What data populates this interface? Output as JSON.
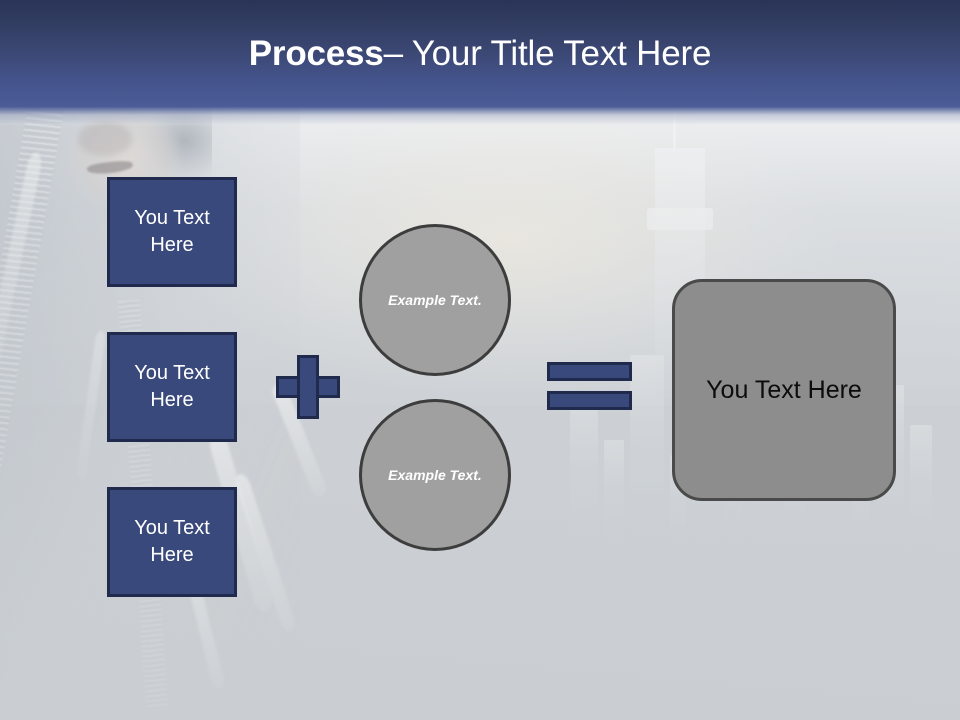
{
  "slide": {
    "title": {
      "strong": "Process",
      "rest": " – Your Title Text Here"
    },
    "colors": {
      "accent_blue": "#39497b",
      "accent_blue_border": "#1f2a4d",
      "title_band_top": "#2a3456",
      "title_band_bottom": "#4b5c96",
      "circle_fill": "#a0a0a0",
      "circle_border": "#3d3d3d",
      "result_fill": "#8d8d8d",
      "result_border": "#4a4a4a",
      "slide_background": "#ced2d5",
      "title_text": "#ffffff"
    },
    "input_boxes": [
      {
        "label": "You Text Here"
      },
      {
        "label": "You Text Here"
      },
      {
        "label": "You Text Here"
      }
    ],
    "operators": {
      "plus": "+",
      "equals": "="
    },
    "circles": [
      {
        "label": "Example Text."
      },
      {
        "label": "Example Text."
      }
    ],
    "result": {
      "label": "You Text Here"
    }
  }
}
